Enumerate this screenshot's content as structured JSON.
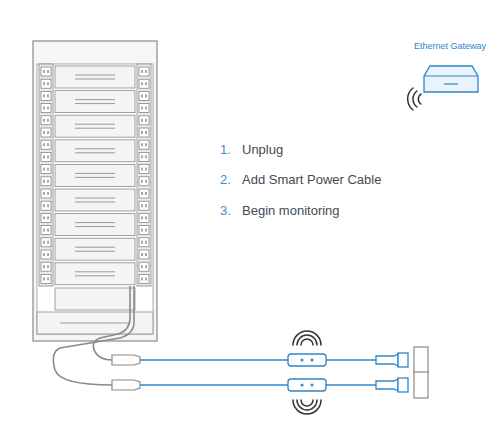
{
  "diagram": {
    "nodes": [
      {
        "text": [
          "Ethernet Gateway"
        ]
      }
    ],
    "labels": [
      "1.",
      "Unplug",
      "2.",
      "Add Smart Power Cable",
      "3.",
      "Begin monitoring"
    ]
  }
}
